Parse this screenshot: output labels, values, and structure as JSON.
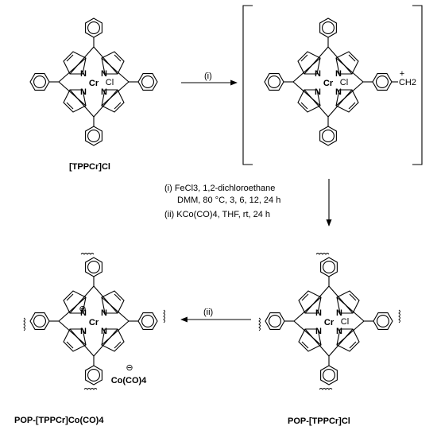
{
  "compounds": {
    "c1": {
      "label": "[TPPCr]Cl",
      "metal": "Cr",
      "ligand": "Cl"
    },
    "c2": {
      "metal": "Cr",
      "ligand": "Cl",
      "cation": "CH2",
      "charge": "+"
    },
    "c3": {
      "label": "POP-[TPPCr]Cl",
      "metal": "Cr",
      "ligand": "Cl"
    },
    "c4": {
      "label": "POP-[TPPCr]Co(CO)4",
      "metal": "Cr",
      "charge": "⊕",
      "anion": "Co(CO)4",
      "anion_charge": "⊖"
    }
  },
  "atoms": {
    "nitrogen": "N"
  },
  "arrows": {
    "a1": {
      "label": "(i)"
    },
    "a3": {
      "label": "(ii)"
    }
  },
  "conditions": {
    "line1": "(i) FeCl3, 1,2-dichloroethane",
    "line2": "DMM, 80 °C, 3, 6, 12, 24 h",
    "line3": "(ii) KCo(CO)4, THF, rt, 24 h"
  }
}
